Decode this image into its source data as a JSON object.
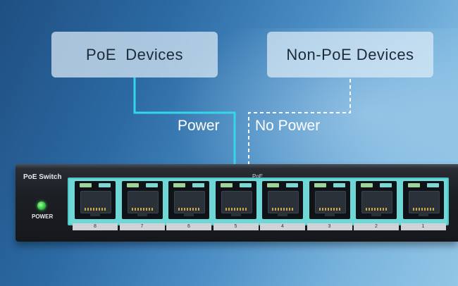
{
  "devices": {
    "poe_label": "PoE  Devices",
    "non_poe_label": "Non-PoE Devices"
  },
  "connections": {
    "power_label": "Power",
    "no_power_label": "No Power"
  },
  "switch": {
    "brand": "PoE Switch",
    "poe_tag": "PoE",
    "power_label": "POWER",
    "ports": [
      "8",
      "7",
      "6",
      "5",
      "4",
      "3",
      "2",
      "1"
    ]
  },
  "colors": {
    "poe_wire": "#33d7e8",
    "port_highlight": "#6fd8d6",
    "power_led": "#2fbf3c"
  }
}
